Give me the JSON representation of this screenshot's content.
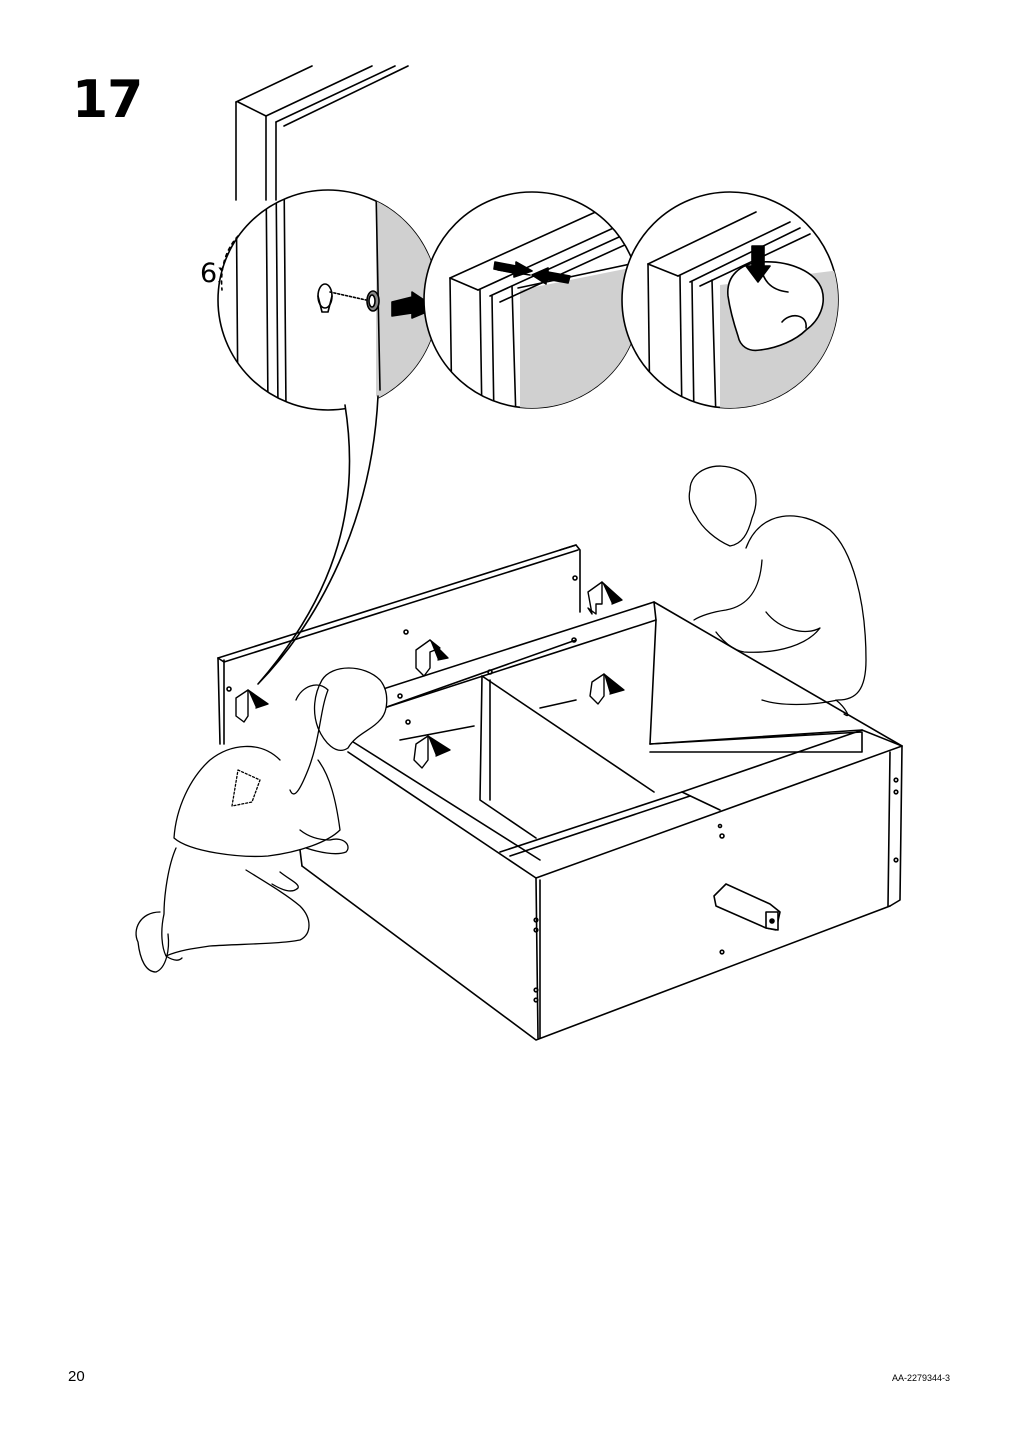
{
  "step": {
    "number": "17"
  },
  "detail": {
    "quantity": "6x"
  },
  "footer": {
    "page_number": "20",
    "doc_code": "AA-2279344-3"
  },
  "colors": {
    "line": "#000000",
    "panel_shade": "#d0d0d0",
    "background": "#ffffff"
  }
}
